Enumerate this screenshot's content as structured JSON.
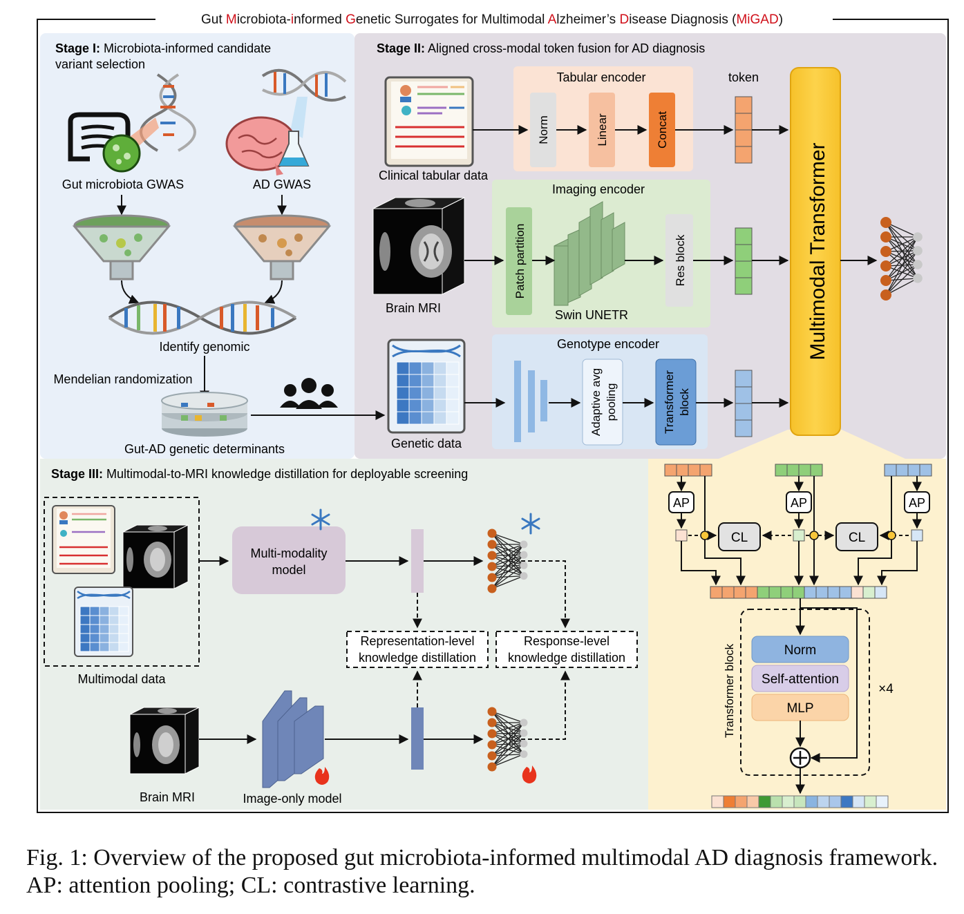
{
  "title": {
    "parts": [
      {
        "t": "Gut ",
        "c": "#111"
      },
      {
        "t": "M",
        "c": "#d0101a"
      },
      {
        "t": "icrobiota-",
        "c": "#111"
      },
      {
        "t": "i",
        "c": "#d0101a"
      },
      {
        "t": "nformed ",
        "c": "#111"
      },
      {
        "t": "G",
        "c": "#d0101a"
      },
      {
        "t": "enetic Surrogates for Multimodal ",
        "c": "#111"
      },
      {
        "t": "A",
        "c": "#d0101a"
      },
      {
        "t": "lzheimer’s ",
        "c": "#111"
      },
      {
        "t": "D",
        "c": "#d0101a"
      },
      {
        "t": "isease Diagnosis (",
        "c": "#111"
      },
      {
        "t": "MiGAD",
        "c": "#d0101a"
      },
      {
        "t": ")",
        "c": "#111"
      }
    ]
  },
  "stage1": {
    "heading_bold": "Stage I:",
    "heading_line1": " Microbiota-informed candidate",
    "heading_line2": "variant selection",
    "gut_gwas": "Gut microbiota GWAS",
    "ad_gwas": "AD GWAS",
    "identify": "Identify genomic",
    "mr": "Mendelian randomization",
    "determinants": "Gut-AD genetic determinants"
  },
  "stage2": {
    "heading_bold": "Stage II:",
    "heading": " Aligned cross-modal token fusion for AD diagnosis",
    "tabular_encoder": "Tabular encoder",
    "token": "token",
    "norm": "Norm",
    "linear": "Linear",
    "concat": "Concat",
    "clinical": "Clinical tabular data",
    "imaging_encoder": "Imaging encoder",
    "patch": "Patch partition",
    "swin": "Swin UNETR",
    "res": "Res block",
    "brain_mri": "Brain MRI",
    "genotype_encoder": "Genotype encoder",
    "adaptive_1": "Adaptive avg",
    "adaptive_2": "pooling",
    "tb_1": "Transformer",
    "tb_2": "block",
    "genetic": "Genetic data",
    "multimodal_transformer": "Multimodal Transformer"
  },
  "stage3": {
    "heading_bold": "Stage III:",
    "heading": " Multimodal-to-MRI knowledge distillation for deployable screening",
    "multimodal_data": "Multimodal data",
    "mm_model_1": "Multi-modality",
    "mm_model_2": "model",
    "rep_1": "Representation-level",
    "rep_2": "knowledge distillation",
    "resp_1": "Response-level",
    "resp_2": "knowledge distillation",
    "brain_mri": "Brain MRI",
    "image_only": "Image-only model"
  },
  "detail": {
    "ap": "AP",
    "cl": "CL",
    "norm": "Norm",
    "self_attention": "Self-attention",
    "mlp": "MLP",
    "times": "×4",
    "transformer_block": "Transformer block"
  },
  "caption": "Fig. 1: Overview of the proposed gut microbiota-informed multimodal AD diagnosis framework. AP: attention pooling; CL: contrastive learning.",
  "colors": {
    "red": "#d0101a",
    "orange": "#f2a36e",
    "green": "#8fcf82",
    "blue": "#8ab4e0",
    "gold": "#f8c63a"
  }
}
